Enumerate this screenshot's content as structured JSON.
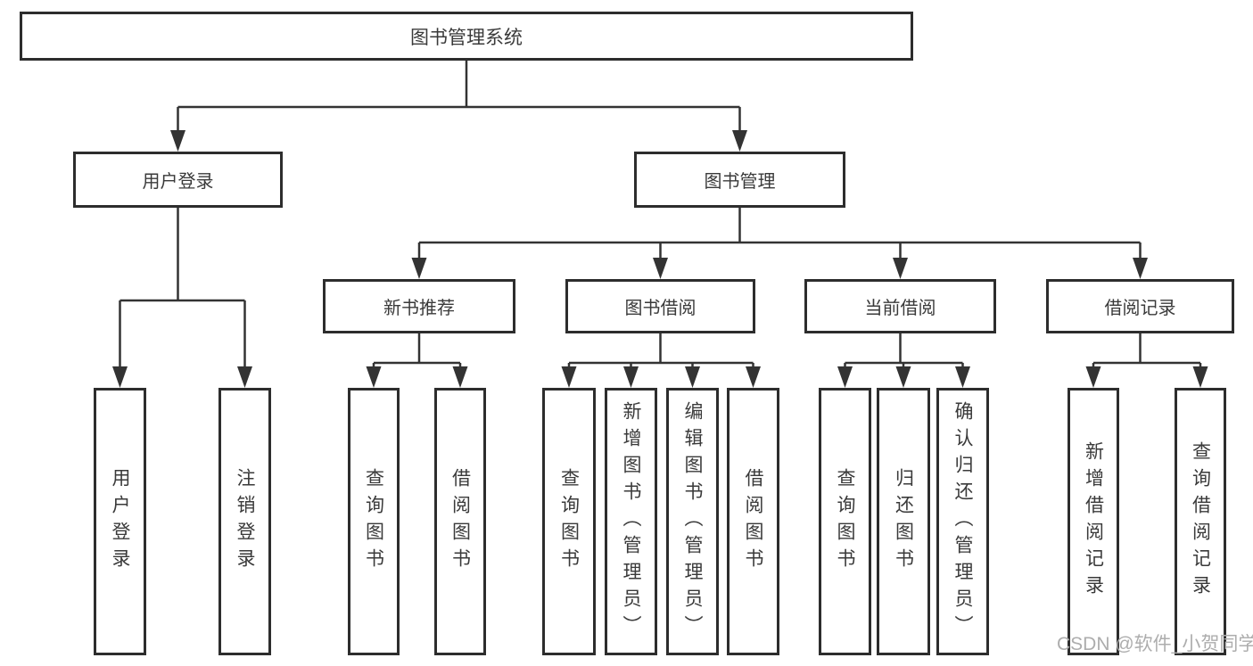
{
  "tree": {
    "root": {
      "label": "图书管理系统",
      "children": [
        {
          "label": "用户登录",
          "children": [
            {
              "label": "用户登录"
            },
            {
              "label": "注销登录"
            }
          ]
        },
        {
          "label": "图书管理",
          "children": [
            {
              "label": "新书推荐",
              "children": [
                {
                  "label": "查询图书"
                },
                {
                  "label": "借阅图书"
                }
              ]
            },
            {
              "label": "图书借阅",
              "children": [
                {
                  "label": "查询图书"
                },
                {
                  "label": "新增图书（管理员）"
                },
                {
                  "label": "编辑图书（管理员）"
                },
                {
                  "label": "借阅图书"
                }
              ]
            },
            {
              "label": "当前借阅",
              "children": [
                {
                  "label": "查询图书"
                },
                {
                  "label": "归还图书"
                },
                {
                  "label": "确认归还（管理员）"
                }
              ]
            },
            {
              "label": "借阅记录",
              "children": [
                {
                  "label": "新增借阅记录"
                },
                {
                  "label": "查询借阅记录"
                }
              ]
            }
          ]
        }
      ]
    }
  },
  "watermark": {
    "text": "CSDN @软件_小贺同学"
  },
  "colors": {
    "line": "#333333",
    "box_border": "#2d2d2d",
    "text": "#3a3a3a",
    "background": "#ffffff",
    "watermark": "#adadad"
  }
}
